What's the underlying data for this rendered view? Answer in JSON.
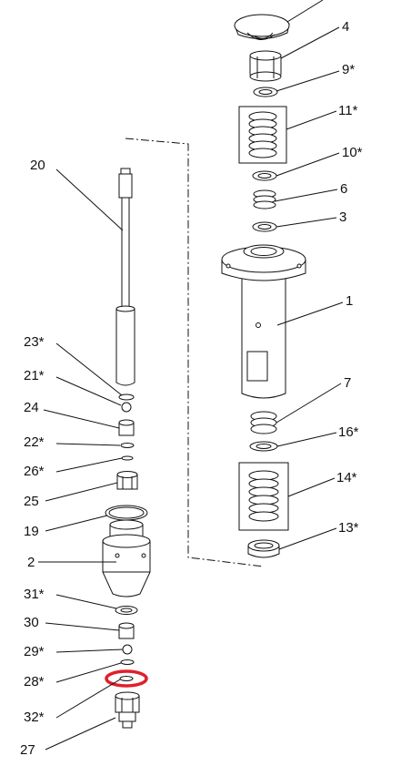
{
  "labels": {
    "p4": "4",
    "p9": "9*",
    "p11": "11*",
    "p10": "10*",
    "p6": "6",
    "p3": "3",
    "p1": "1",
    "p7": "7",
    "p16": "16*",
    "p14": "14*",
    "p13": "13*",
    "p20": "20",
    "p23": "23*",
    "p21": "21*",
    "p24": "24",
    "p22": "22*",
    "p26": "26*",
    "p25": "25",
    "p19": "19",
    "p2": "2",
    "p31": "31*",
    "p30": "30",
    "p29": "29*",
    "p28": "28*",
    "p32": "32*",
    "p27": "27"
  },
  "colors": {
    "line": "#111111",
    "highlight": "#e0202a"
  },
  "highlighted_part": "28*"
}
